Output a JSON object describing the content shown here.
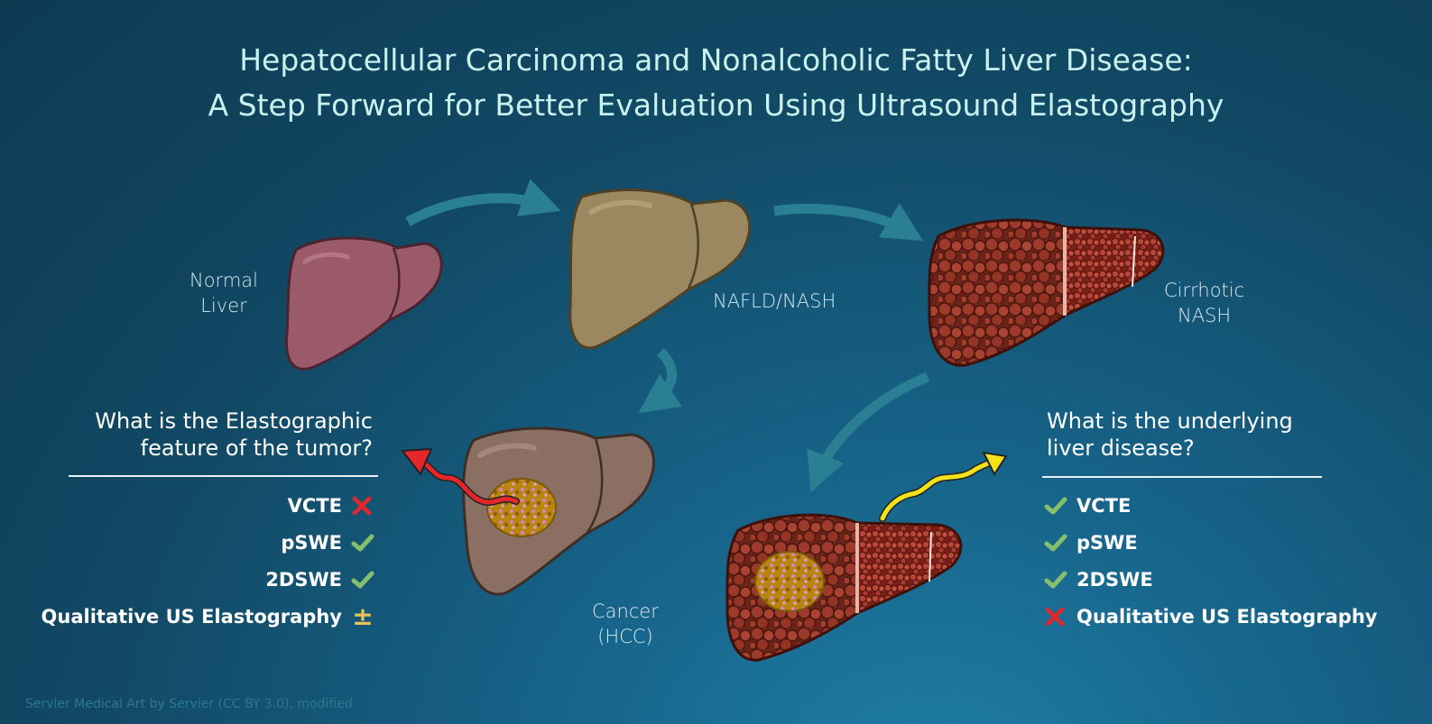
{
  "title": {
    "line1": "Hepatocellular Carcinoma and Nonalcoholic Fatty Liver Disease:",
    "line2": "A Step Forward for Better Evaluation Using Ultrasound Elastography"
  },
  "stages": {
    "normal": {
      "line1": "Normal",
      "line2": "Liver"
    },
    "nafld": {
      "line1": "NAFLD/NASH"
    },
    "cirrhotic": {
      "line1": "Cirrhotic",
      "line2": "NASH"
    },
    "cancer": {
      "line1": "Cancer",
      "line2": "(HCC)"
    }
  },
  "left_panel": {
    "question_line1": "What is the Elastographic",
    "question_line2": "feature of the tumor?",
    "methods": [
      {
        "label": "VCTE",
        "status": "cross"
      },
      {
        "label": "pSWE",
        "status": "check"
      },
      {
        "label": "2DSWE",
        "status": "check"
      },
      {
        "label": "Qualitative US Elastography",
        "status": "plusminus",
        "symbol": "±"
      }
    ]
  },
  "right_panel": {
    "question_line1": "What is the underlying",
    "question_line2": "liver disease?",
    "methods": [
      {
        "label": "VCTE",
        "status": "check"
      },
      {
        "label": "pSWE",
        "status": "check"
      },
      {
        "label": "2DSWE",
        "status": "check"
      },
      {
        "label": "Qualitative US Elastography",
        "status": "cross"
      }
    ]
  },
  "credit": "Servier Medical Art by Servier (CC BY 3.0), modified",
  "colors": {
    "title": "#c9f1ee",
    "check": "#86bf6b",
    "cross": "#e5262b",
    "plusminus": "#e8c25a",
    "arrow": "#2a7f93",
    "normal_liver": "#9a5a6a",
    "fatty_liver": "#9b8760",
    "cirrhotic_liver": "#7a2f22",
    "hcc_liver": "#8a6f62",
    "red_arrow": "#e5262b",
    "yellow_arrow": "#f3e21a"
  }
}
